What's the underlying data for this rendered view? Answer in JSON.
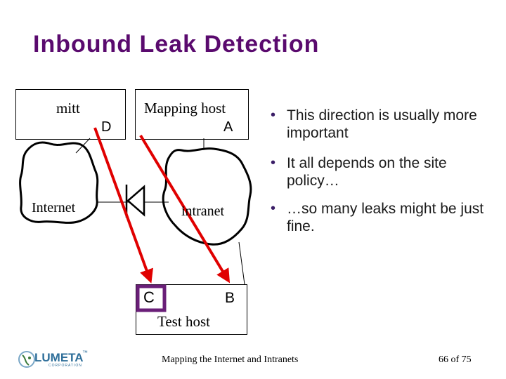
{
  "slide": {
    "title": "Inbound Leak Detection"
  },
  "diagram": {
    "mitt_label": "mitt",
    "mapping_host_label": "Mapping host",
    "d_label": "D",
    "a_label": "A",
    "internet_label": "Internet",
    "intranet_label": "intranet",
    "c_label": "C",
    "b_label": "B",
    "test_host_label": "Test host",
    "arrow_color": "#e00000",
    "highlight_color": "#6a1f78"
  },
  "bullets": [
    {
      "text": "This direction is usually more important"
    },
    {
      "text": "It all depends on the site policy…"
    },
    {
      "text": "…so many leaks might be just fine."
    }
  ],
  "footer": {
    "text": "Mapping the Internet and Intranets",
    "page": "66 of 75"
  },
  "logo": {
    "text": "LUMETA",
    "tm": "™",
    "subtext": "CORPORATION"
  },
  "colors": {
    "title": "#5a0a6e",
    "bullet_marker": "#3a1d66"
  }
}
